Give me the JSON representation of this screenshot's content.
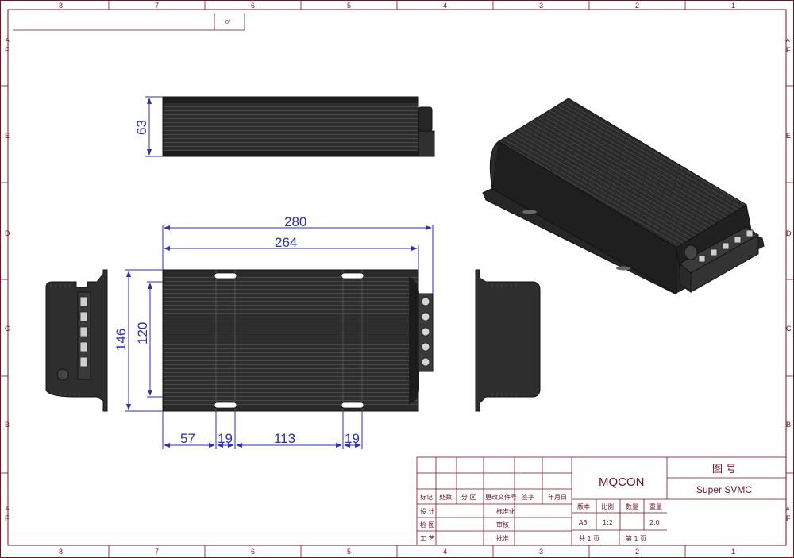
{
  "sheet": {
    "rev_box": "0ª",
    "zones_top": [
      "8",
      "7",
      "6",
      "5",
      "4",
      "3",
      "2",
      "1"
    ],
    "zones_bottom": [
      "8",
      "7",
      "6",
      "5",
      "4",
      "3",
      "2",
      "1"
    ],
    "zones_left": [
      "F",
      "E",
      "D",
      "C",
      "B",
      "F"
    ],
    "zones_right": [
      "F",
      "E",
      "D",
      "C",
      "B",
      "F"
    ],
    "corner_marks": [
      "A",
      "A",
      "A",
      "A"
    ]
  },
  "dimensions": {
    "height_top_view": "63",
    "overall_length": "280",
    "body_length": "264",
    "overall_width": "146",
    "body_width": "120",
    "offset_left": "57",
    "slot_width_1": "19",
    "slot_spacing": "113",
    "slot_width_2": "19"
  },
  "title_block": {
    "company": "MQCON",
    "drawing_number_label": "图  号",
    "drawing_number": "Super SVMC",
    "rev_header": [
      "标记",
      "处数",
      "分 区",
      "更改文件号",
      "签字",
      "年月日"
    ],
    "design": "设 计",
    "check": "检 图",
    "process": "工 艺",
    "standard": "标准化",
    "review": "审核",
    "approve": "批准",
    "version_label": "版本",
    "scale_label": "比例",
    "quantity_label": "数量",
    "weight_label": "重量",
    "version": "A3",
    "scale": "1:2",
    "weight": "2.0",
    "total_pages": "共  1  页",
    "page_no": "第  1  页"
  },
  "colors": {
    "frame": "#7a1020",
    "dimension": "#2b2fb0",
    "body": "#2a2a2a"
  }
}
